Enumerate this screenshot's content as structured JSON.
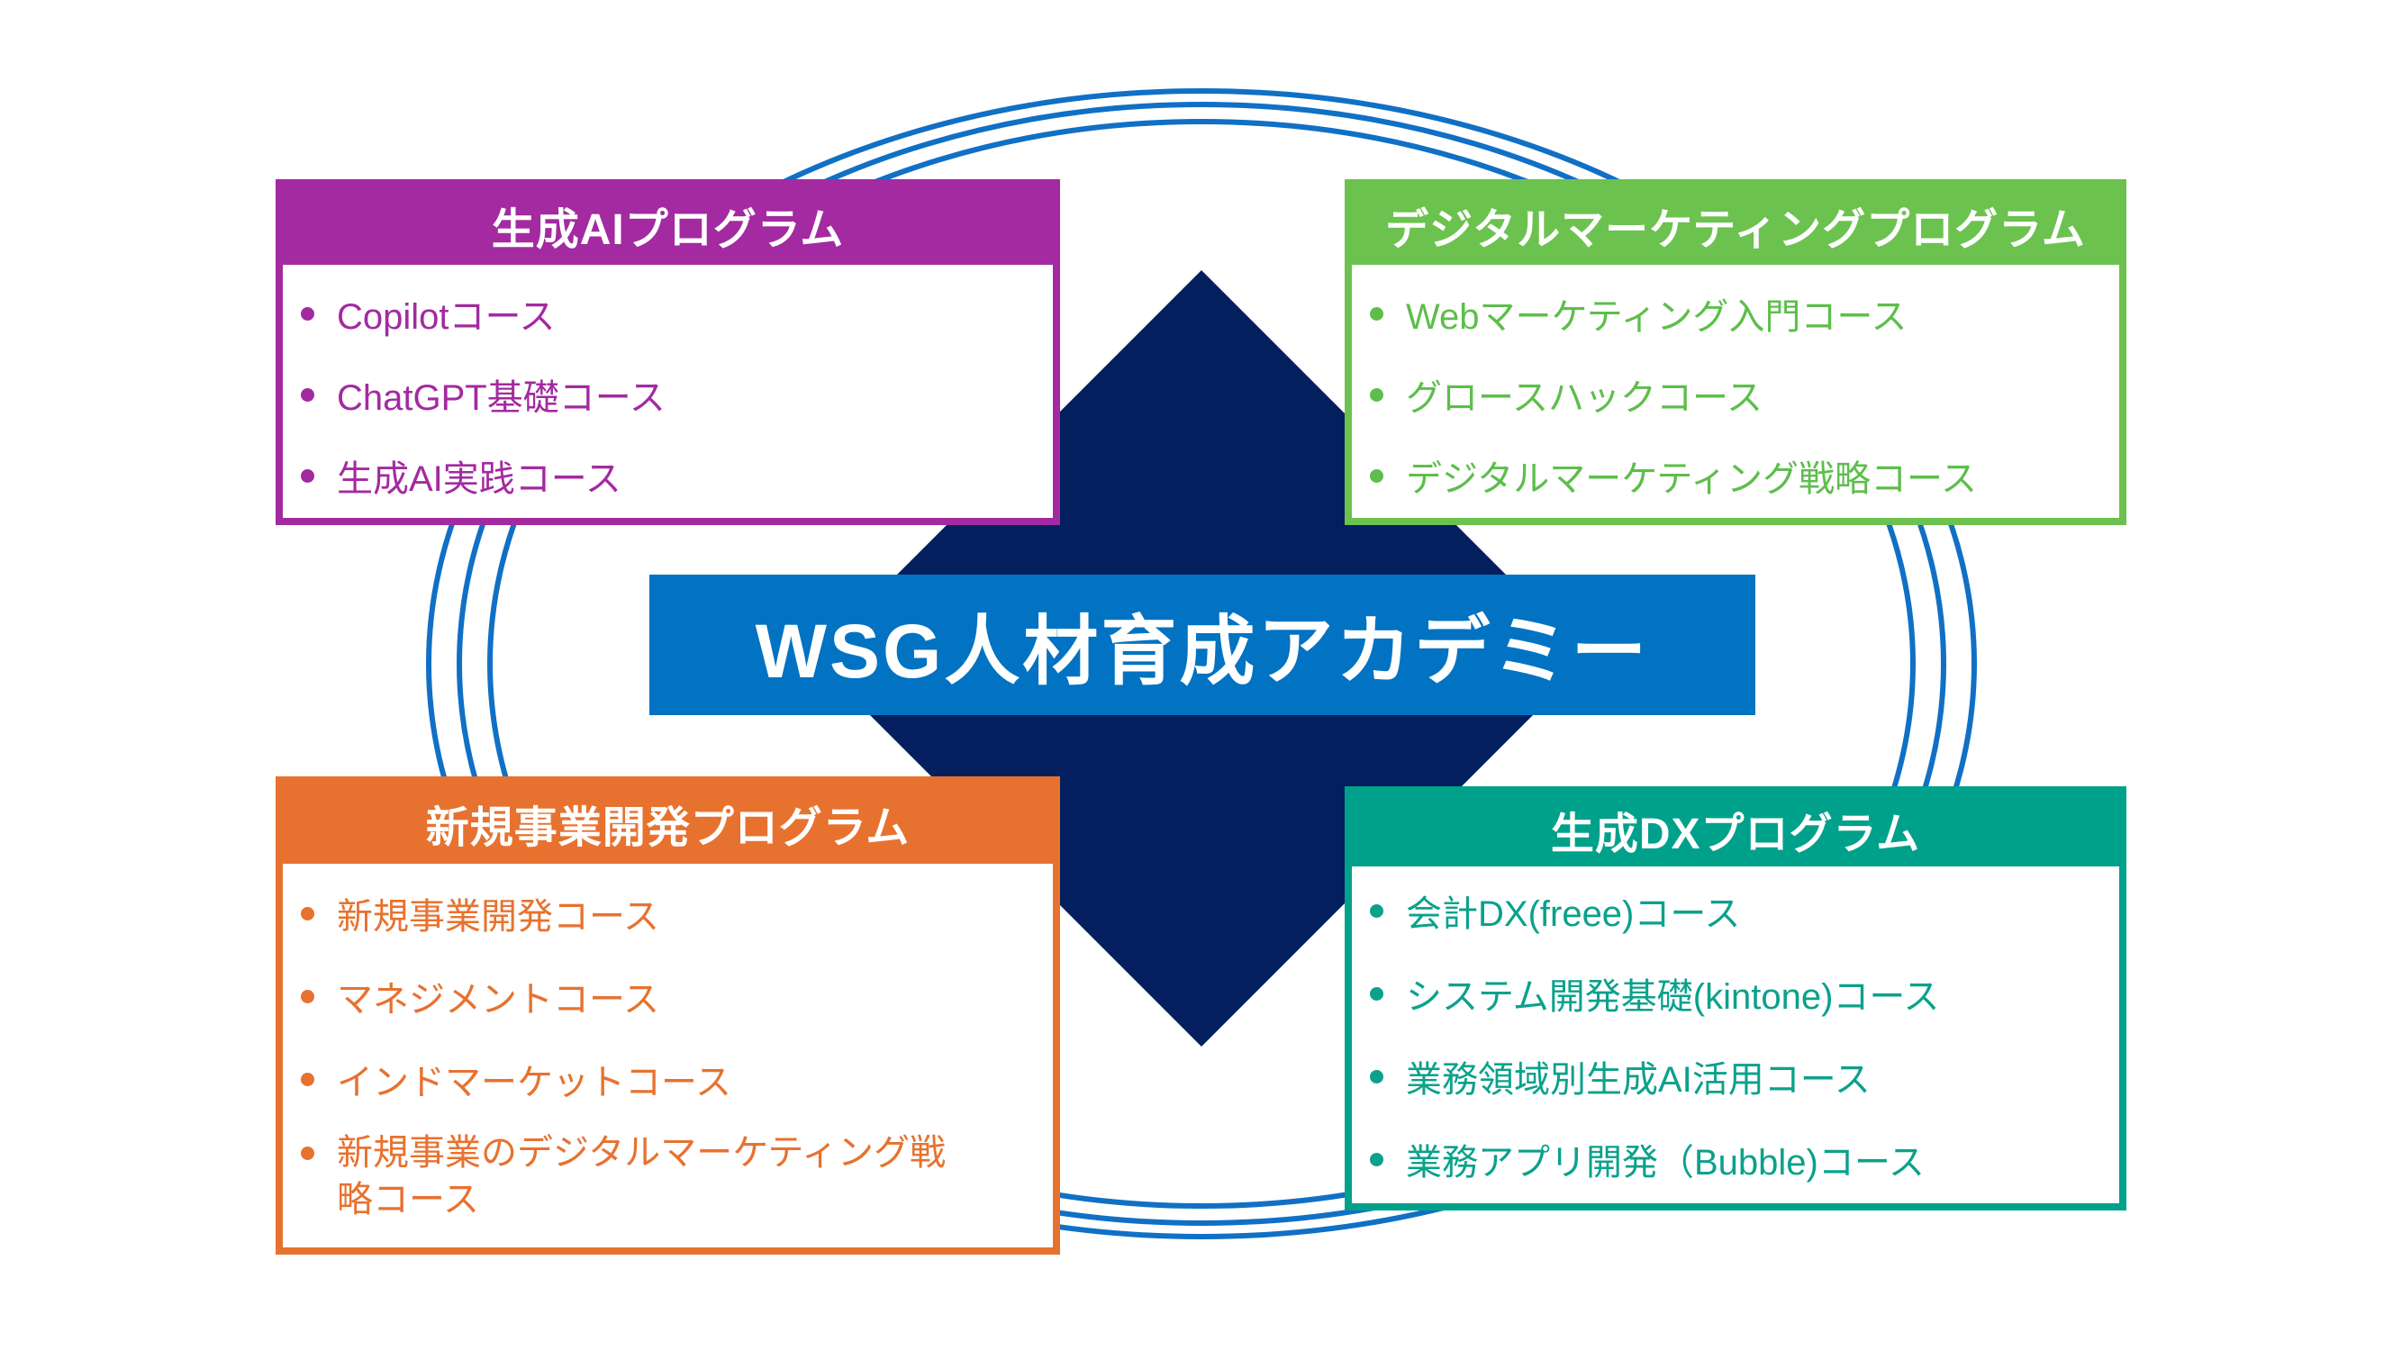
{
  "diagram": {
    "center": {
      "title": "WSG人材育成アカデミー"
    },
    "colors": {
      "banner_blue": "#0273C2",
      "diamond_navy": "#041F5E",
      "ring_blue": "#1070C5",
      "purple": "#A32AA0",
      "green": "#6CC24E",
      "orange": "#E7722F",
      "teal": "#00A18B"
    },
    "programs": [
      {
        "title": "生成AIプログラム",
        "position": "top-left",
        "color": "#A32AA0",
        "items": [
          "Copilotコース",
          "ChatGPT基礎コース",
          "生成AI実践コース"
        ]
      },
      {
        "title": "デジタルマーケティングプログラム",
        "position": "top-right",
        "color": "#6CC24E",
        "items": [
          "Webマーケティング入門コース",
          "グロースハックコース",
          "デジタルマーケティング戦略コース"
        ]
      },
      {
        "title": "新規事業開発プログラム",
        "position": "bottom-left",
        "color": "#E7722F",
        "items": [
          "新規事業開発コース",
          "マネジメントコース",
          "インドマーケットコース",
          "新規事業のデジタルマーケティング戦略コース"
        ]
      },
      {
        "title": "生成DXプログラム",
        "position": "bottom-right",
        "color": "#00A18B",
        "items": [
          "会計DX(freee)コース",
          "システム開発基礎(kintone)コース",
          "業務領域別生成AI活用コース",
          "業務アプリ開発（Bubble)コース"
        ]
      }
    ]
  }
}
